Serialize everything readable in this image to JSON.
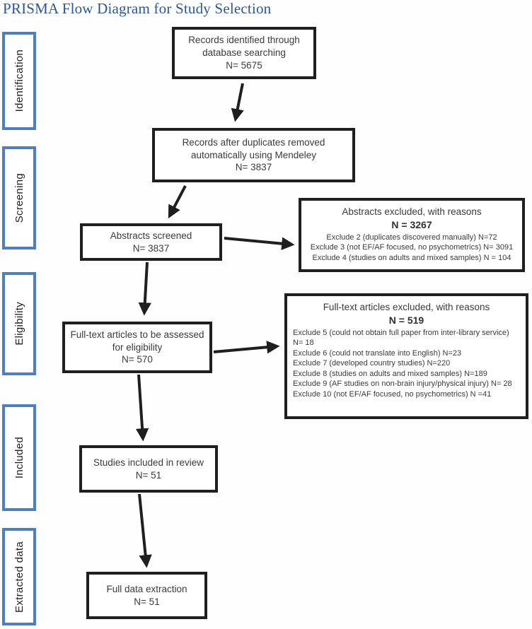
{
  "title": "PRISMA Flow Diagram for Study Selection",
  "colors": {
    "title_blue": "#2d5792",
    "stage_border_blue": "#4d7ebf",
    "box_border_black": "#1f1f1f"
  },
  "stages": [
    {
      "label": "Identification"
    },
    {
      "label": "Screening"
    },
    {
      "label": "Eligibility"
    },
    {
      "label": "Included"
    },
    {
      "label": "Extracted data"
    }
  ],
  "flow": {
    "records_identified": {
      "text": "Records identified through\ndatabase searching\nN= 5675"
    },
    "duplicates_removed": {
      "text": "Records after duplicates removed\nautomatically using Mendeley\nN= 3837"
    },
    "abstracts_screened": {
      "text": "Abstracts screened\nN= 3837"
    },
    "fulltext_assessed": {
      "text": "Full-text articles to be assessed\nfor eligibility\nN= 570"
    },
    "studies_included": {
      "text": "Studies included in review\nN= 51"
    },
    "full_data_extraction": {
      "text": "Full data extraction\nN= 51"
    }
  },
  "exclusions": [
    {
      "header": "Abstracts excluded, with reasons",
      "count": "N = 3267",
      "reasons": [
        "Exclude 2 (duplicates discovered manually) N=72",
        "Exclude 3 (not EF/AF focused, no psychometrics) N= 3091",
        "Exclude 4 (studies on adults and mixed samples) N = 104"
      ]
    },
    {
      "header": "Full-text articles excluded, with reasons",
      "count": "N = 519",
      "reasons": [
        "Exclude 5 (could not obtain full paper from inter-library service) N= 18",
        "Exclude 6 (could not translate into English) N=23",
        "Exclude 7 (developed country studies) N=220",
        "Exclude 8 (studies on adults and mixed samples) N=189",
        "Exclude 9 (AF studies on non-brain injury/physical injury) N= 28",
        "Exclude 10 (not EF/AF focused, no psychometrics) N =41"
      ]
    }
  ]
}
